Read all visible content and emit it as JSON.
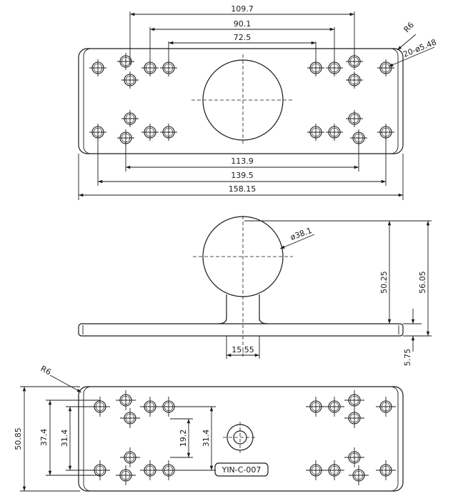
{
  "top_view": {
    "dims": {
      "w109": "109.7",
      "w90": "90.1",
      "w72": "72.5",
      "w113": "113.9",
      "w139": "139.5",
      "w158": "158.15"
    },
    "corner_radius": "R6",
    "hole_callout": "20-ø5.48"
  },
  "side_view": {
    "ball_diameter": "ø38.1",
    "h_ball": "50.25",
    "h_total": "56.05",
    "neck_width": "15.55",
    "plate_thickness": "5.75"
  },
  "bottom_view": {
    "corner_radius": "R6",
    "plate_height": "50.85",
    "h37": "37.4",
    "h31_left": "31.4",
    "h19": "19.2",
    "h31_right": "31.4",
    "part_label": "YIN-C-007"
  }
}
